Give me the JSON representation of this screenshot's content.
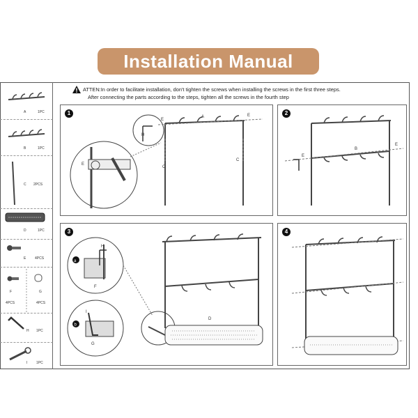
{
  "title": "Installation Manual",
  "attention": {
    "line1": "ATTEN:In order to facilitate installation, don't tighten the screws when installing the screws in the first three steps.",
    "line2": "After connecting the parts according to the steps, tighten all the screws in the fourth step"
  },
  "parts": [
    {
      "letter": "A",
      "qty": "1PC"
    },
    {
      "letter": "B",
      "qty": "1PC"
    },
    {
      "letter": "C",
      "qty": "2PCS"
    },
    {
      "letter": "D",
      "qty": "1PC"
    },
    {
      "letter": "E",
      "qty": "4PCS"
    },
    {
      "letter": "F",
      "qty": "4PCS"
    },
    {
      "letter": "G",
      "qty": "4PCS"
    },
    {
      "letter": "H",
      "qty": "1PC"
    },
    {
      "letter": "I",
      "qty": "1PC"
    }
  ],
  "steps": {
    "s1": {
      "num": "1",
      "labels": {
        "E": "E",
        "H": "H",
        "A": "A",
        "C": "C"
      }
    },
    "s2": {
      "num": "2",
      "labels": {
        "E": "E",
        "B": "B"
      }
    },
    "s3": {
      "num": "3",
      "labels": {
        "a": "a",
        "b": "b",
        "H": "H",
        "F": "F",
        "I": "I",
        "G": "G",
        "D": "D"
      }
    },
    "s4": {
      "num": "4"
    }
  }
}
